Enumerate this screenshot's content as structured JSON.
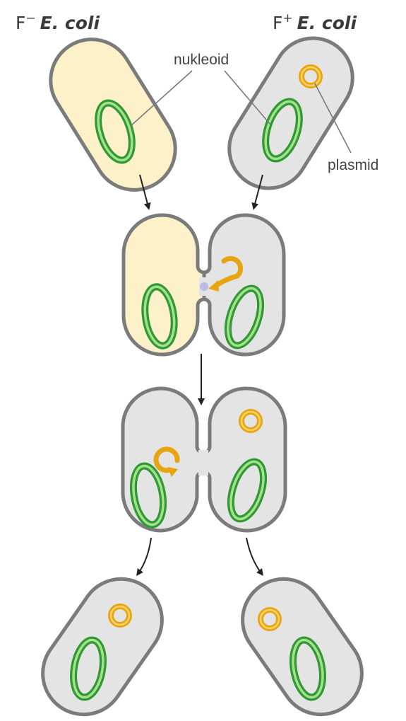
{
  "titles": {
    "f_minus_prefix": "F",
    "f_minus_sign": "−",
    "f_plus_prefix": "F",
    "f_plus_sign": "+",
    "species": "E. coli"
  },
  "labels": {
    "nucleoid": "nukleoid",
    "plasmid": "plasmid"
  },
  "colors": {
    "f_minus_cytoplasm": "#fcf1c8",
    "f_plus_cytoplasm": "#e4e4e4",
    "cell_wall": "#7b7b7b",
    "nucleoid": "#2f9a34",
    "plasmid": "#e7a511"
  },
  "stages": [
    "separate cells: F− (no plasmid) and F+ (with plasmid)",
    "conjugation bridge forms; plasmid strand transferred",
    "plasmid replicated in both cells",
    "cells separate; both now F+"
  ]
}
